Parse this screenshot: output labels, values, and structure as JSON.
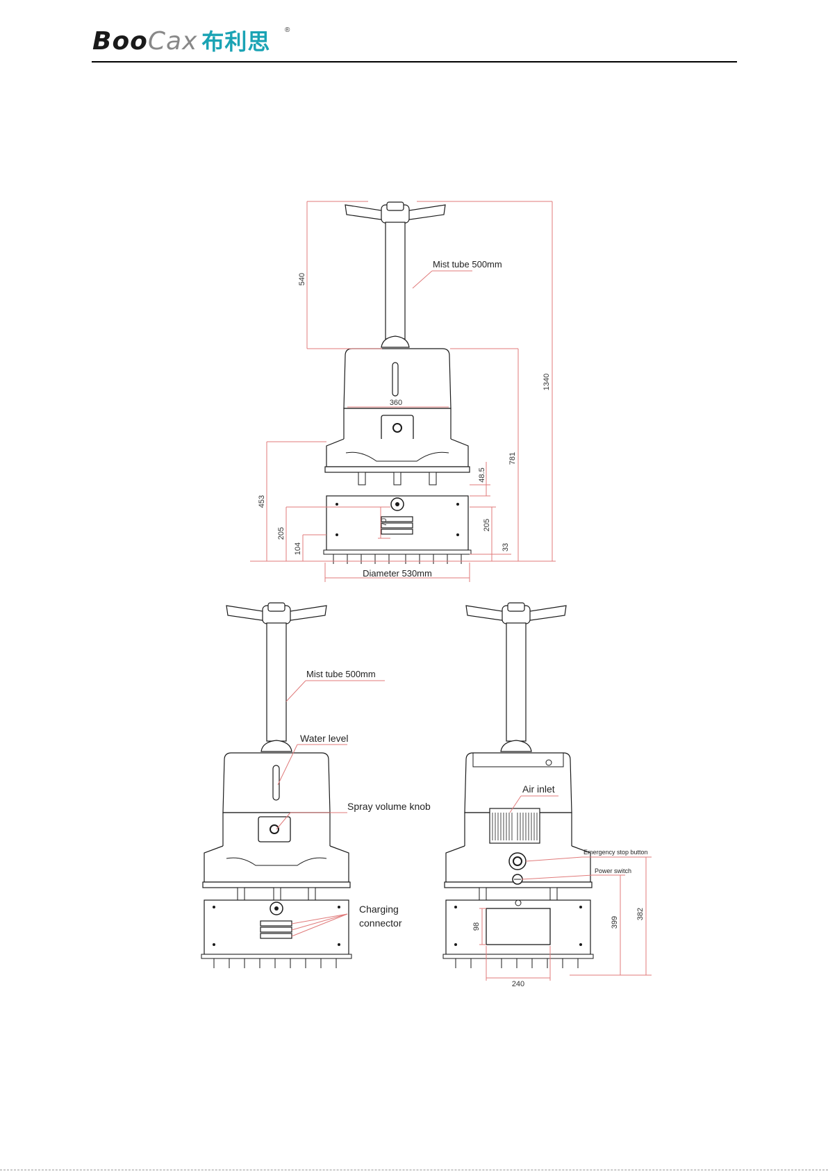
{
  "header": {
    "logo_latin_a": "Boo",
    "logo_latin_b": "Cax",
    "logo_cjk": "布利思",
    "logo_registered": "®"
  },
  "colors": {
    "brand_teal": "#1aa3b4",
    "dimension_red": "#e07a7a",
    "line_black": "#1a1a1a"
  },
  "front_view": {
    "callouts": {
      "mist_tube": "Mist tube 500mm",
      "diameter": "Diameter 530mm"
    },
    "dimensions": {
      "d540": "540",
      "d1340": "1340",
      "d781": "781",
      "d360": "360",
      "d453": "453",
      "d48_5": "48.5",
      "d70": "70",
      "d205_left": "205",
      "d205_right": "205",
      "d104": "104",
      "d33": "33"
    }
  },
  "left_view": {
    "callouts": {
      "mist_tube": "Mist tube 500mm",
      "water_level": "Water level",
      "spray_knob": "Spray volume knob",
      "charging_line1": "Charging",
      "charging_line2": "connector"
    }
  },
  "right_view": {
    "callouts": {
      "air_inlet": "Air inlet",
      "emergency_stop": "Emergency stop button",
      "power_switch": "Power switch"
    },
    "dimensions": {
      "d98": "98",
      "d399": "399",
      "d382": "382",
      "d240": "240"
    }
  }
}
